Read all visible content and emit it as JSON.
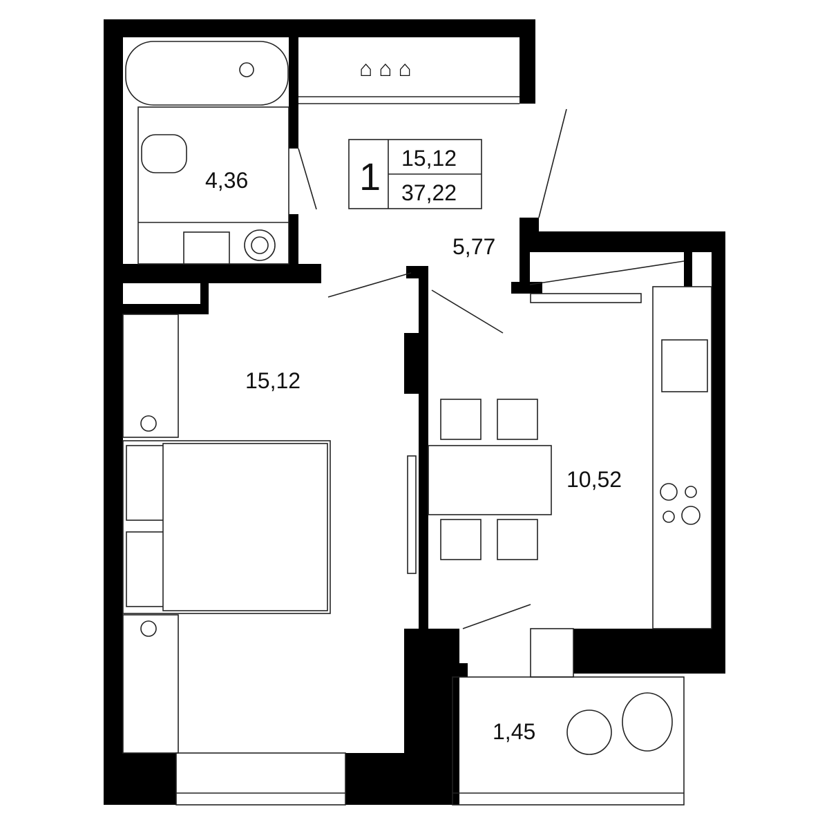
{
  "apartment": {
    "rooms_count": "1",
    "living_area": "15,12",
    "total_area": "37,22"
  },
  "rooms": {
    "bathroom": "4,36",
    "hallway": "5,77",
    "bedroom": "15,12",
    "kitchen": "10,52",
    "balcony": "1,45"
  },
  "colors": {
    "wall": "#000000",
    "line": "#222222",
    "background": "#ffffff"
  }
}
